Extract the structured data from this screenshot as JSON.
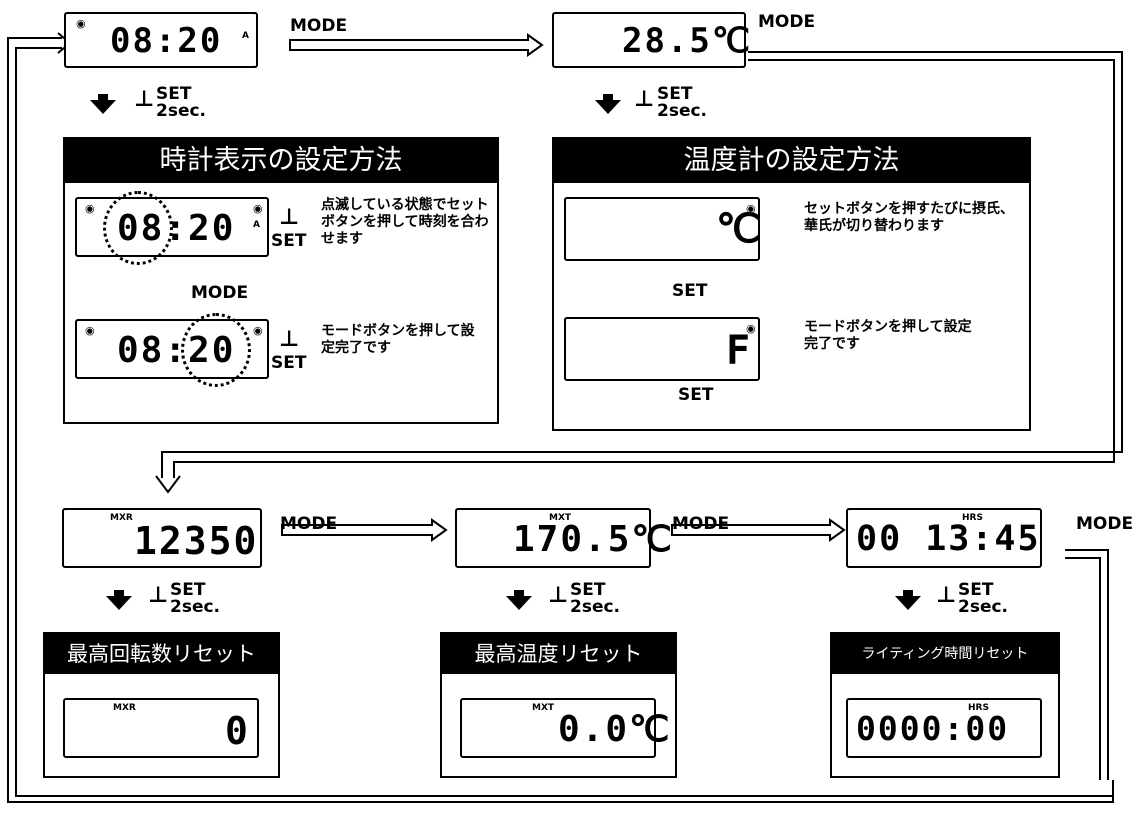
{
  "labels": {
    "mode": "MODE",
    "set": "SET",
    "set_2sec": "2sec."
  },
  "displays": {
    "clock": "08:20",
    "temp": "28.5℃",
    "max_rpm": "12350",
    "max_temp": "170.5℃",
    "ride_time": "00 13:45"
  },
  "indicators": {
    "clock_a": "A",
    "mxr": "MXR",
    "mxt": "MXT",
    "hrs": "HRS"
  },
  "clock_panel": {
    "title": "時計表示の設定方法",
    "display": "08:20",
    "step1": "点滅している状態でセットボタンを押して時刻を合わせます",
    "step2": "モードボタンを押して設定完了です"
  },
  "temp_panel": {
    "title": "温度計の設定方法",
    "celsius": "℃",
    "fahrenheit": "F",
    "step1": "セットボタンを押すたびに摂氏、華氏が切り替わります",
    "step2": "モードボタンを押して設定完了です"
  },
  "reset_panels": [
    {
      "title": "最高回転数リセット",
      "indicator": "MXR",
      "display": "0"
    },
    {
      "title": "最高温度リセット",
      "indicator": "MXT",
      "display": "0.0℃"
    },
    {
      "title": "ライティング時間リセット",
      "indicator": "HRS",
      "display": "0000:00"
    }
  ]
}
